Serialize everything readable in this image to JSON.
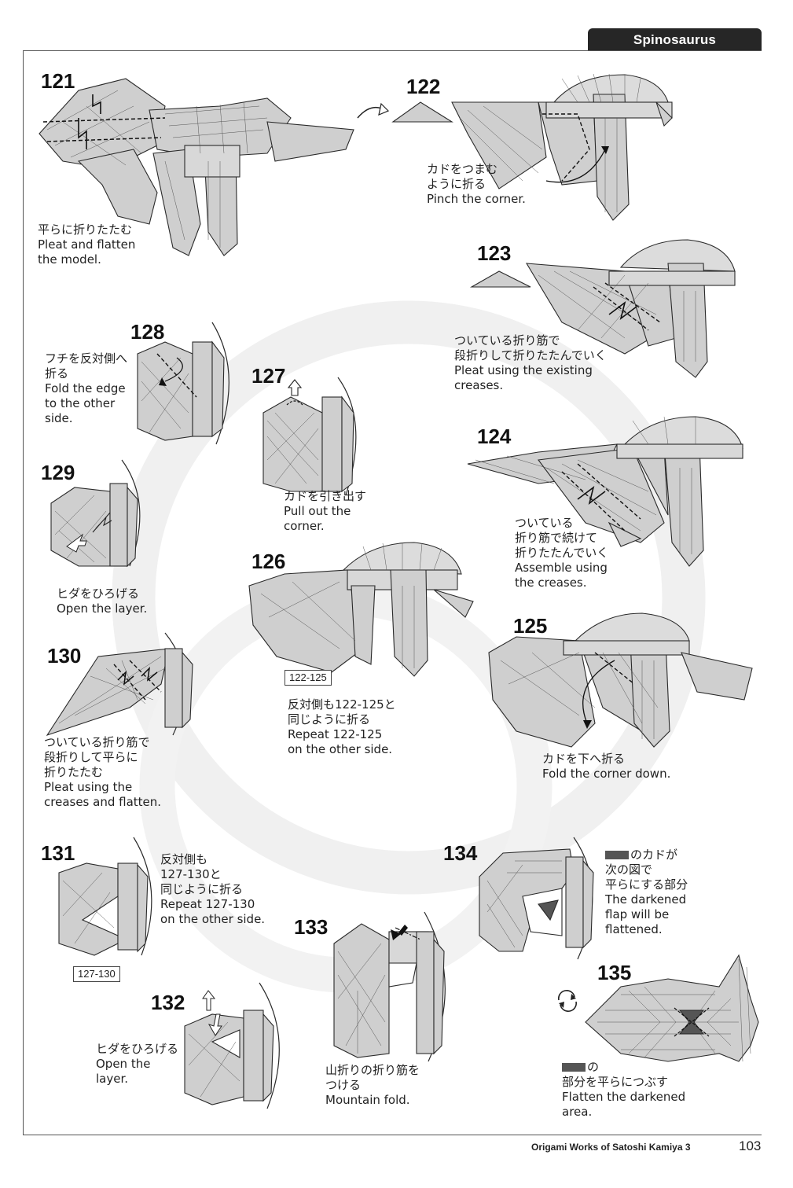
{
  "header": {
    "title": "Spinosaurus"
  },
  "footer": {
    "book_title": "Origami Works of Satoshi Kamiya 3",
    "page_number": "103"
  },
  "steps": [
    {
      "number": "121",
      "jp": [
        "平らに折りたたむ"
      ],
      "en": [
        "Pleat and flatten",
        "the model."
      ]
    },
    {
      "number": "122",
      "jp": [
        "カドをつまむ",
        "ように折る"
      ],
      "en": [
        "Pinch the corner."
      ]
    },
    {
      "number": "123",
      "jp": [
        "ついている折り筋で",
        "段折りして折りたたんでいく"
      ],
      "en": [
        "Pleat using the existing",
        "creases."
      ]
    },
    {
      "number": "124",
      "jp": [
        "ついている",
        "折り筋で続けて",
        "折りたたんでいく"
      ],
      "en": [
        "Assemble using",
        "the creases."
      ]
    },
    {
      "number": "125",
      "jp": [
        "カドを下へ折る"
      ],
      "en": [
        "Fold the corner down."
      ]
    },
    {
      "number": "126",
      "reference": "122-125",
      "jp": [
        "反対側も122-125と",
        "同じように折る"
      ],
      "en": [
        "Repeat 122-125",
        "on the other side."
      ]
    },
    {
      "number": "127",
      "jp": [
        "カドを引き出す"
      ],
      "en": [
        "Pull out the",
        "corner."
      ]
    },
    {
      "number": "128",
      "jp": [
        "フチを反対側へ",
        "折る"
      ],
      "en": [
        "Fold the edge",
        "to the other",
        "side."
      ]
    },
    {
      "number": "129",
      "jp": [
        "ヒダをひろげる"
      ],
      "en": [
        "Open the layer."
      ]
    },
    {
      "number": "130",
      "jp": [
        "ついている折り筋で",
        "段折りして平らに",
        "折りたたむ"
      ],
      "en": [
        "Pleat using the",
        "creases and flatten."
      ]
    },
    {
      "number": "131",
      "reference": "127-130",
      "jp": [
        "反対側も",
        "127-130と",
        "同じように折る"
      ],
      "en": [
        "Repeat 127-130",
        "on the other side."
      ]
    },
    {
      "number": "132",
      "jp": [
        "ヒダをひろげる"
      ],
      "en": [
        "Open the",
        "layer."
      ]
    },
    {
      "number": "133",
      "jp": [
        "山折りの折り筋を",
        "つける"
      ],
      "en": [
        "Mountain fold."
      ]
    },
    {
      "number": "134",
      "jp": [
        "のカドが",
        "次の図で",
        "平らにする部分"
      ],
      "en": [
        "The darkened",
        "flap will be",
        "flattened."
      ]
    },
    {
      "number": "135",
      "jp": [
        "の",
        "部分を平らにつぶす"
      ],
      "en": [
        "Flatten the darkened",
        "area."
      ]
    }
  ],
  "colors": {
    "paper": "#c8c8c8",
    "paper_dark": "#9a9a9a",
    "darkened": "#555555",
    "line": "#2a2a2a",
    "header_bg": "#262626"
  }
}
